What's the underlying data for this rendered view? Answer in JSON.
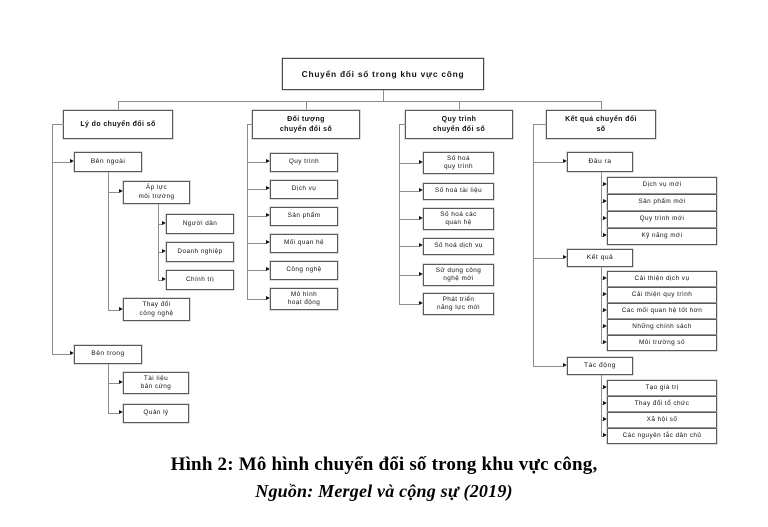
{
  "figure": {
    "root": {
      "label": "Chuyển đổi số trong khu vực công"
    },
    "branches": [
      {
        "label": "Lý do chuyển đổi số",
        "children": [
          {
            "label": "Bên ngoài",
            "children": [
              {
                "label": "Áp lực\nmôi trường",
                "children": [
                  {
                    "label": "Người dân"
                  },
                  {
                    "label": "Doanh nghiệp"
                  },
                  {
                    "label": "Chính trị"
                  }
                ]
              },
              {
                "label": "Thay đổi\ncông nghệ"
              }
            ]
          },
          {
            "label": "Bên trong",
            "children": [
              {
                "label": "Tài liệu\nbản cứng"
              },
              {
                "label": "Quản lý"
              }
            ]
          }
        ]
      },
      {
        "label": "Đối tượng\nchuyển đổi số",
        "children": [
          {
            "label": "Quy trình"
          },
          {
            "label": "Dịch vụ"
          },
          {
            "label": "Sản phẩm"
          },
          {
            "label": "Mối quan hệ"
          },
          {
            "label": "Công nghệ"
          },
          {
            "label": "Mô hình\nhoạt động"
          }
        ]
      },
      {
        "label": "Quy trình\nchuyển đổi số",
        "children": [
          {
            "label": "Số hoá\nquy trình"
          },
          {
            "label": "Số hoá tài liệu"
          },
          {
            "label": "Số hoá các\nquan hệ"
          },
          {
            "label": "Số hoá dịch vụ"
          },
          {
            "label": "Sử dụng công\nnghệ mới"
          },
          {
            "label": "Phát triển\nnăng lực mới"
          }
        ]
      },
      {
        "label": "Kết quả chuyển đổi\nsố",
        "children": [
          {
            "label": "Đầu ra",
            "children": [
              {
                "label": "Dịch vụ mới"
              },
              {
                "label": "Sản phẩm mới"
              },
              {
                "label": "Quy trình mới"
              },
              {
                "label": "Kỹ năng mới"
              }
            ]
          },
          {
            "label": "Kết quả",
            "children": [
              {
                "label": "Cải thiện dịch vụ"
              },
              {
                "label": "Cải thiện quy trình"
              },
              {
                "label": "Các mối quan hệ tốt hơn"
              },
              {
                "label": "Những chính sách"
              },
              {
                "label": "Môi trường số"
              }
            ]
          },
          {
            "label": "Tác động",
            "children": [
              {
                "label": "Tạo giá trị"
              },
              {
                "label": "Thay đổi tổ chức"
              },
              {
                "label": "Xã hội số"
              },
              {
                "label": "Các nguyên tắc dân chủ"
              }
            ]
          }
        ]
      }
    ]
  },
  "caption": {
    "line1": "Hình 2: Mô hình chuyển đổi số trong khu vực công,",
    "line2": "Nguồn: Mergel và cộng sự (2019)"
  },
  "colors": {
    "background": "#ffffff",
    "box_border": "#5a5a5a",
    "connector": "#8d8d8d",
    "arrow": "#111111",
    "text": "#000000"
  }
}
